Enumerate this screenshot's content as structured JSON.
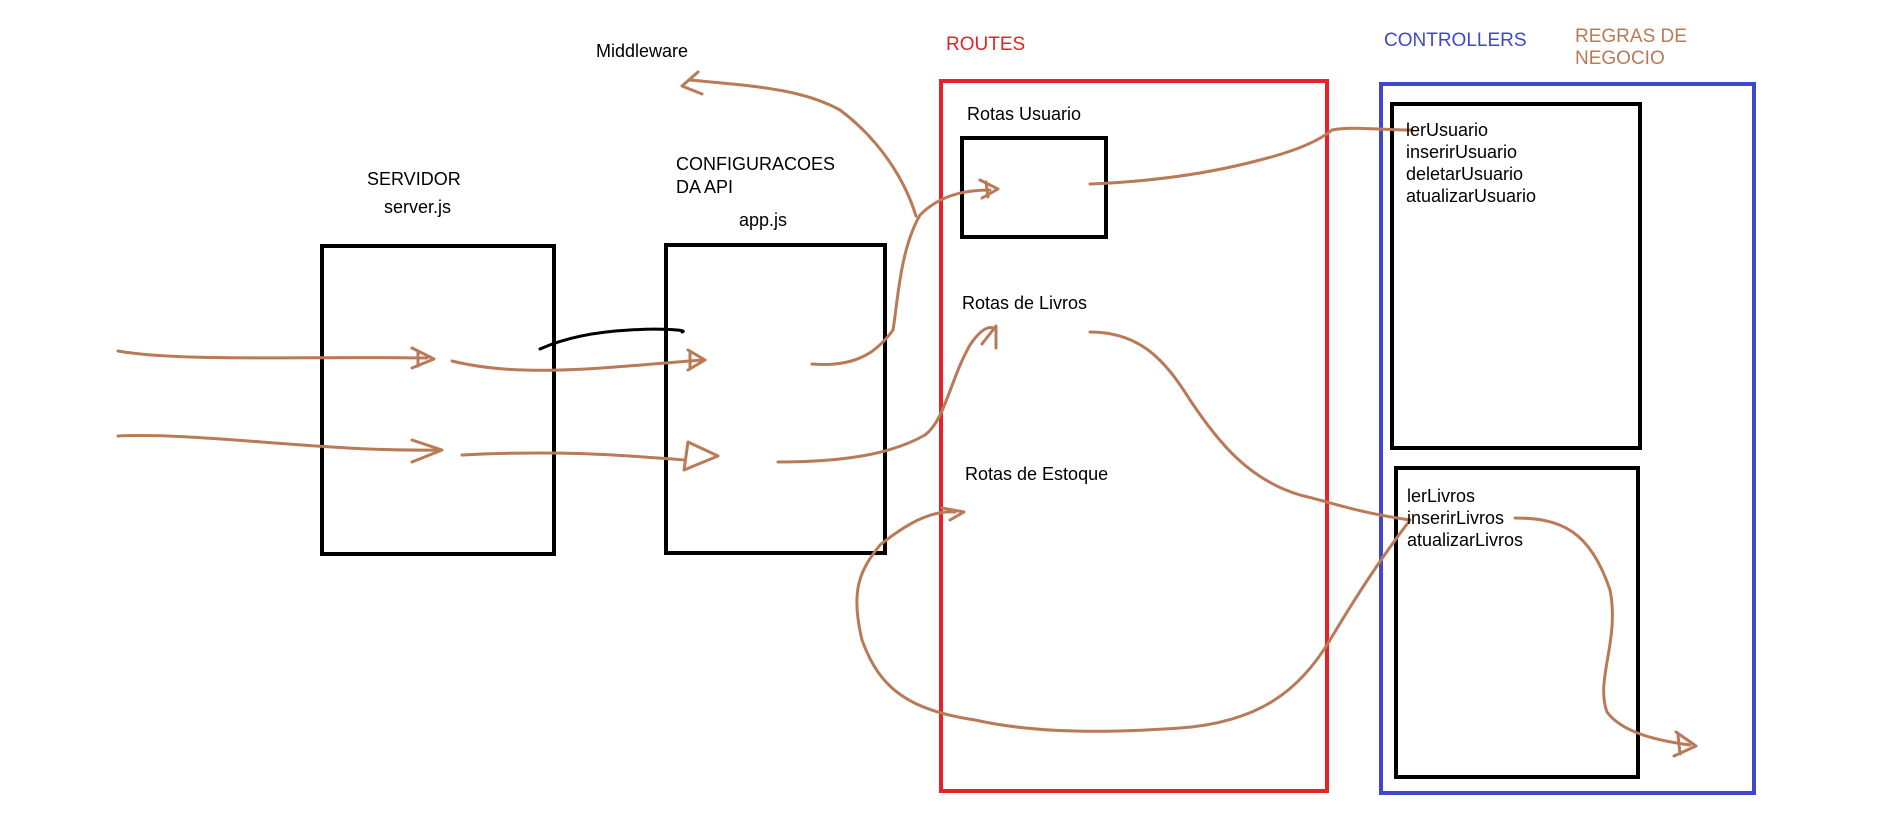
{
  "colors": {
    "routes": "#e8202a",
    "controllers": "#3f48cc",
    "rules": "#b97a57",
    "arrow": "#b97a57",
    "box": "#000000"
  },
  "labels": {
    "servidor": "SERVIDOR",
    "server_file": "server.js",
    "config_line1": "CONFIGURACOES",
    "config_line2": "DA API",
    "app_file": "app.js",
    "middleware": "Middleware",
    "routes": "ROUTES",
    "controllers": "CONTROLLERS",
    "rules": "REGRAS DE\nNEGOCIO"
  },
  "routes": {
    "usuario": "Rotas Usuario",
    "livros": "Rotas de Livros",
    "estoque": "Rotas de Estoque"
  },
  "controllers": {
    "usuario_methods": [
      "lerUsuario",
      "inserirUsuario",
      "deletarUsuario",
      "atualizarUsuario"
    ],
    "livros_methods": [
      "lerLivros",
      "inserirLivros",
      "atualizarLivros"
    ]
  }
}
